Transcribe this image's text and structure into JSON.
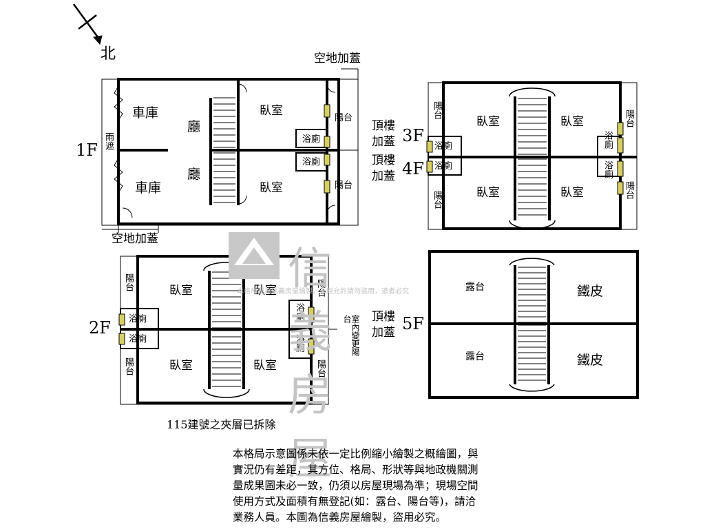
{
  "compass": {
    "north_label": "北"
  },
  "floors": {
    "f1": "1F",
    "f2": "2F",
    "f3": "3F",
    "f4": "4F",
    "f5": "5F"
  },
  "annotations": {
    "empty_lot_top": "空地加蓋",
    "empty_lot_left": "空地加蓋",
    "rooftop_3f_a": "頂樓",
    "rooftop_3f_b": "加蓋",
    "rooftop_4f_a": "頂樓",
    "rooftop_4f_b": "加蓋",
    "rooftop_5f_a": "頂樓",
    "rooftop_5f_b": "加蓋",
    "indoor_change": "室內變更陽台",
    "demolished": "115建號之夾層已拆除"
  },
  "rooms": {
    "garage": "車庫",
    "hall": "廳",
    "bedroom": "臥室",
    "canopy": "雨遮",
    "balcony": "陽台",
    "bath": "浴廁",
    "terrace": "露台",
    "iron_sheet": "鐵皮"
  },
  "disclaimer": [
    "本格局示意圖係未依一定比例縮小繪製之概繪圖，與",
    "實況仍有差距，其方位、格局、形狀等與地政機關測",
    "量成果圖未必一致，仍須以房屋現場為準；現場空間",
    "使用方式及面積有無登記(如：露台、陽台等)，請洽",
    "業務人員。本圖為信義房屋繪製，盜用必究。"
  ],
  "watermark": {
    "brand": "信義房屋",
    "sub": "本格局圖為信義房屋繪製，未經允許請勿盜用，違者必究"
  },
  "colors": {
    "wall": "#000000",
    "window": "#d8cf63",
    "watermark": "#c4c4c4"
  }
}
